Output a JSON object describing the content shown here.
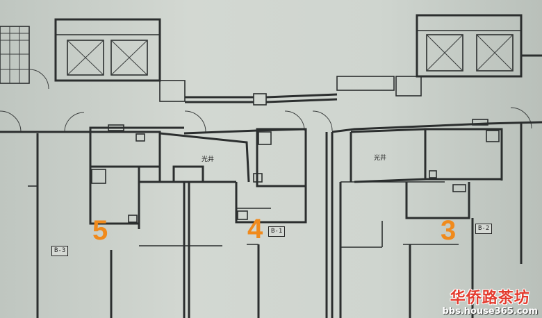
{
  "plan": {
    "units": [
      {
        "number": "5",
        "tag": "B-3"
      },
      {
        "number": "4",
        "tag": "B-1"
      },
      {
        "number": "3",
        "tag": "B-2"
      }
    ],
    "room_labels": [
      "光井",
      "光井"
    ],
    "number_color": "#f08a1c"
  },
  "watermark": {
    "brand": "华侨路茶坊",
    "url": "bbs.house365.com",
    "brand_color": "#e33b2e"
  }
}
